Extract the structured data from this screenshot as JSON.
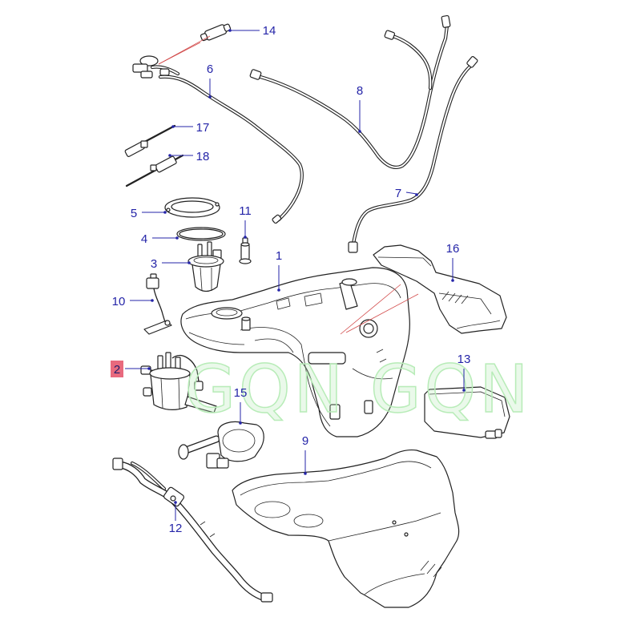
{
  "diagram": {
    "callouts": [
      "14",
      "6",
      "8",
      "17",
      "18",
      "5",
      "11",
      "4",
      "7",
      "3",
      "1",
      "16",
      "10",
      "2",
      "15",
      "13",
      "9",
      "12"
    ],
    "watermark": "GQN GQN",
    "colors": {
      "callout": "#2424a8",
      "highlight": "#e86a7e",
      "watermark": "#b8ecb8",
      "line": "#222222",
      "pointer": "#d24a4a"
    }
  }
}
